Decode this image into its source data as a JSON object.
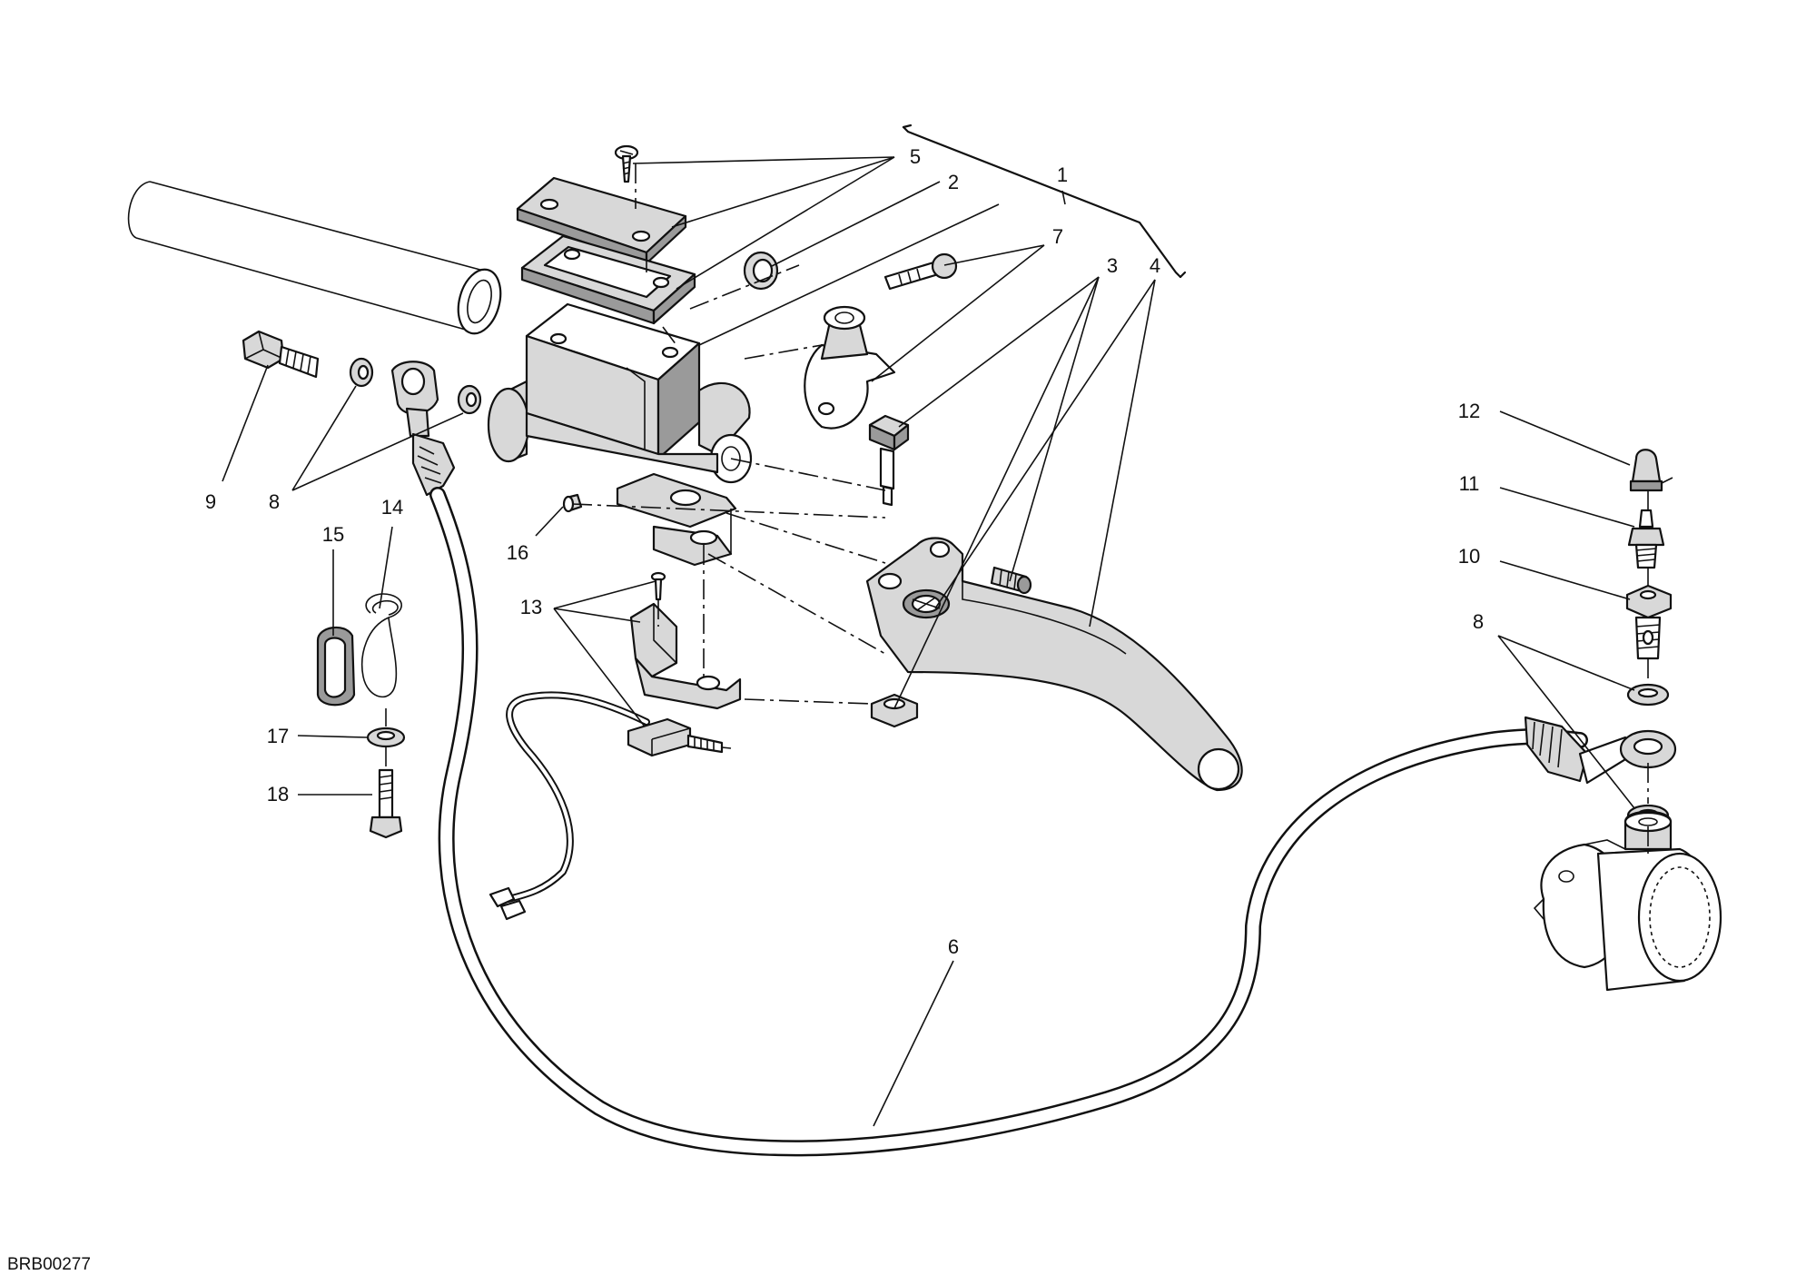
{
  "drawing_code": "BRB00277",
  "callouts": [
    {
      "id": "c1",
      "label": "1"
    },
    {
      "id": "c2",
      "label": "2"
    },
    {
      "id": "c3",
      "label": "3"
    },
    {
      "id": "c4",
      "label": "4"
    },
    {
      "id": "c5",
      "label": "5"
    },
    {
      "id": "c6",
      "label": "6"
    },
    {
      "id": "c7",
      "label": "7"
    },
    {
      "id": "c8a",
      "label": "8"
    },
    {
      "id": "c8b",
      "label": "8"
    },
    {
      "id": "c9",
      "label": "9"
    },
    {
      "id": "c10",
      "label": "10"
    },
    {
      "id": "c11",
      "label": "11"
    },
    {
      "id": "c12",
      "label": "12"
    },
    {
      "id": "c13",
      "label": "13"
    },
    {
      "id": "c14",
      "label": "14"
    },
    {
      "id": "c15",
      "label": "15"
    },
    {
      "id": "c16",
      "label": "16"
    },
    {
      "id": "c17",
      "label": "17"
    },
    {
      "id": "c18",
      "label": "18"
    }
  ]
}
